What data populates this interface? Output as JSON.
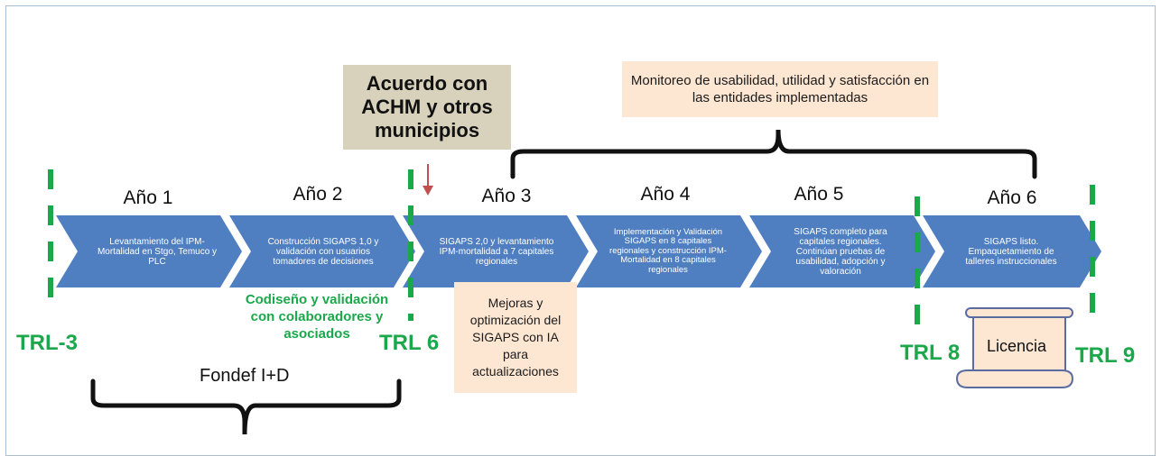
{
  "top_box": {
    "text": "Monitoreo de usabilidad, utilidad y satisfacción en las entidades implementadas"
  },
  "agreement_box": {
    "text": "Acuerdo con ACHM y otros municipios"
  },
  "years": [
    "Año 1",
    "Año 2",
    "Año 3",
    "Año 4",
    "Año 5",
    "Año 6"
  ],
  "chevrons": [
    "Levantamiento del IPM-Mortalidad en Stgo, Temuco y PLC",
    "Construcción SIGAPS 1,0 y validación con usuarios tomadores de decisiones",
    "SIGAPS 2,0 y levantamiento IPM-mortalidad a 7 capitales regionales",
    "Implementación y Validación SIGAPS en 8 capitales regionales y construcción IPM-Mortalidad en 8 capitales regionales",
    "SIGAPS completo para capitales regionales. Continúan pruebas de usabilidad, adopción y valoración",
    "SIGAPS listo. Empaquetamiento de talleres instruccionales"
  ],
  "trl_labels": {
    "trl3": "TRL-3",
    "trl6": "TRL 6",
    "trl8": "TRL 8",
    "trl9": "TRL 9"
  },
  "codesign_note": "Codiseño y validación con colaboradores y asociados",
  "improvement_box": {
    "text": "Mejoras y optimización del SIGAPS con IA para actualizaciones"
  },
  "funding_label": "Fondef I+D",
  "license_label": "Licencia",
  "colors": {
    "chevron": "#4f7fc1",
    "trl_green": "#1aa84a",
    "beige_box": "#fde6d2",
    "khaki_box": "#d8d1bb",
    "arrow_red": "#c0504d"
  }
}
